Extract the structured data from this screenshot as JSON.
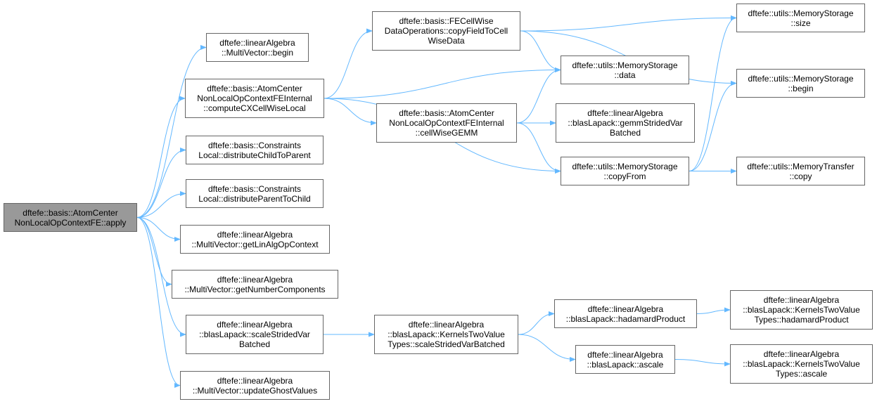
{
  "diagram": {
    "edge_color": "#63b8ff",
    "root_fill": "#999999",
    "node_border": "#666666",
    "nodes": {
      "apply": [
        "dftefe::basis::AtomCenter",
        "NonLocalOpContextFE::apply"
      ],
      "mv_begin": [
        "dftefe::linearAlgebra",
        "::MultiVector::begin"
      ],
      "computeCX": [
        "dftefe::basis::AtomCenter",
        "NonLocalOpContextFEInternal",
        "::computeCXCellWiseLocal"
      ],
      "distChildToParent": [
        "dftefe::basis::Constraints",
        "Local::distributeChildToParent"
      ],
      "distParentToChild": [
        "dftefe::basis::Constraints",
        "Local::distributeParentToChild"
      ],
      "getLinAlgOpContext": [
        "dftefe::linearAlgebra",
        "::MultiVector::getLinAlgOpContext"
      ],
      "getNumberComponents": [
        "dftefe::linearAlgebra",
        "::MultiVector::getNumberComponents"
      ],
      "scaleStridedVar": [
        "dftefe::linearAlgebra",
        "::blasLapack::scaleStridedVar",
        "Batched"
      ],
      "updateGhostValues": [
        "dftefe::linearAlgebra",
        "::MultiVector::updateGhostValues"
      ],
      "copyFieldToCell": [
        "dftefe::basis::FECellWise",
        "DataOperations::copyFieldToCell",
        "WiseData"
      ],
      "cellWiseGEMM": [
        "dftefe::basis::AtomCenter",
        "NonLocalOpContextFEInternal",
        "::cellWiseGEMM"
      ],
      "ms_data": [
        "dftefe::utils::MemoryStorage",
        "::data"
      ],
      "gemmStrided": [
        "dftefe::linearAlgebra",
        "::blasLapack::gemmStridedVar",
        "Batched"
      ],
      "ms_copyFrom": [
        "dftefe::utils::MemoryStorage",
        "::copyFrom"
      ],
      "ms_size": [
        "dftefe::utils::MemoryStorage",
        "::size"
      ],
      "ms_begin": [
        "dftefe::utils::MemoryStorage",
        "::begin"
      ],
      "mt_copy": [
        "dftefe::utils::MemoryTransfer",
        "::copy"
      ],
      "ktv_scaleStrided": [
        "dftefe::linearAlgebra",
        "::blasLapack::KernelsTwoValue",
        "Types::scaleStridedVarBatched"
      ],
      "hadamard": [
        "dftefe::linearAlgebra",
        "::blasLapack::hadamardProduct"
      ],
      "ascale": [
        "dftefe::linearAlgebra",
        "::blasLapack::ascale"
      ],
      "ktv_hadamard": [
        "dftefe::linearAlgebra",
        "::blasLapack::KernelsTwoValue",
        "Types::hadamardProduct"
      ],
      "ktv_ascale": [
        "dftefe::linearAlgebra",
        "::blasLapack::KernelsTwoValue",
        "Types::ascale"
      ]
    },
    "edges": [
      [
        "apply",
        "mv_begin"
      ],
      [
        "apply",
        "computeCX"
      ],
      [
        "apply",
        "distChildToParent"
      ],
      [
        "apply",
        "distParentToChild"
      ],
      [
        "apply",
        "getLinAlgOpContext"
      ],
      [
        "apply",
        "getNumberComponents"
      ],
      [
        "apply",
        "scaleStridedVar"
      ],
      [
        "apply",
        "updateGhostValues"
      ],
      [
        "computeCX",
        "copyFieldToCell"
      ],
      [
        "computeCX",
        "ms_data"
      ],
      [
        "computeCX",
        "cellWiseGEMM"
      ],
      [
        "computeCX",
        "ms_copyFrom"
      ],
      [
        "copyFieldToCell",
        "ms_size"
      ],
      [
        "copyFieldToCell",
        "ms_data"
      ],
      [
        "copyFieldToCell",
        "ms_begin"
      ],
      [
        "cellWiseGEMM",
        "ms_data"
      ],
      [
        "cellWiseGEMM",
        "gemmStrided"
      ],
      [
        "cellWiseGEMM",
        "ms_copyFrom"
      ],
      [
        "ms_copyFrom",
        "ms_size"
      ],
      [
        "ms_copyFrom",
        "ms_begin"
      ],
      [
        "ms_copyFrom",
        "mt_copy"
      ],
      [
        "scaleStridedVar",
        "ktv_scaleStrided"
      ],
      [
        "ktv_scaleStrided",
        "hadamard"
      ],
      [
        "ktv_scaleStrided",
        "ascale"
      ],
      [
        "hadamard",
        "ktv_hadamard"
      ],
      [
        "ascale",
        "ktv_ascale"
      ]
    ]
  }
}
